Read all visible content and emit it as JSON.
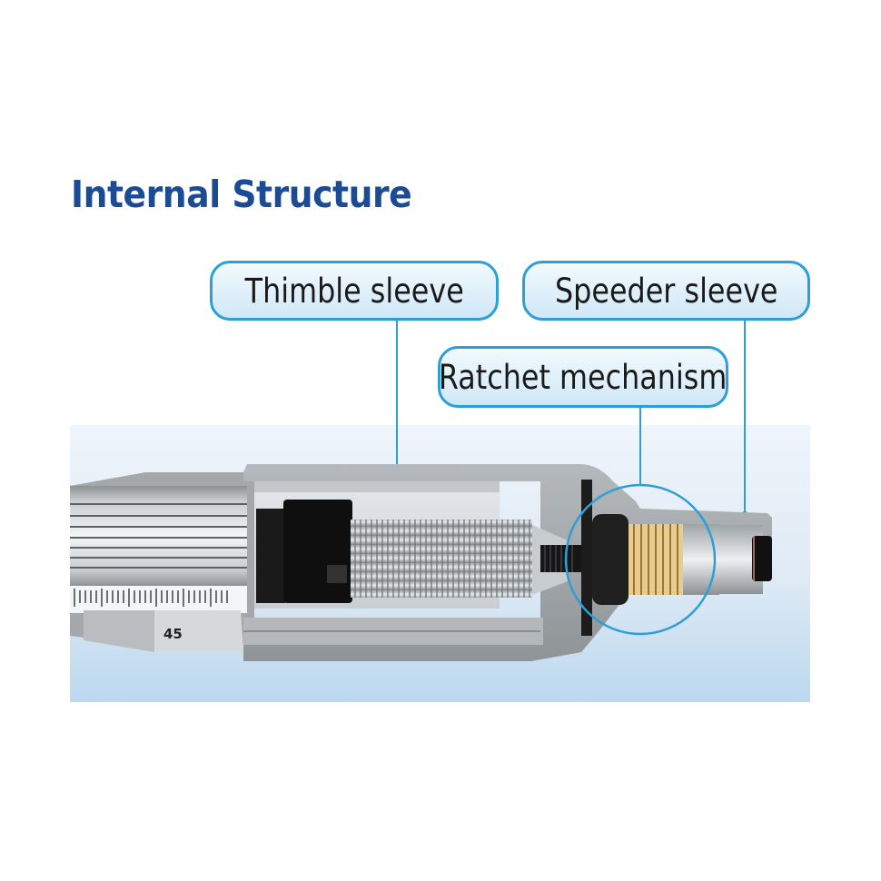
{
  "title": "Internal Structure",
  "labels": {
    "thimble_sleeve": "Thimble sleeve",
    "speeder_sleeve": "Speeder sleeve",
    "ratchet_mechanism": "Ratchet mechanism"
  },
  "scale": {
    "number": "45"
  },
  "colors": {
    "title": "#1b4b95",
    "accent": "#2b9fd6",
    "label_fill_top": "#f2f9fd",
    "label_fill_bottom": "#cfe8f7",
    "panel_bottom": "#bcd8ef"
  }
}
